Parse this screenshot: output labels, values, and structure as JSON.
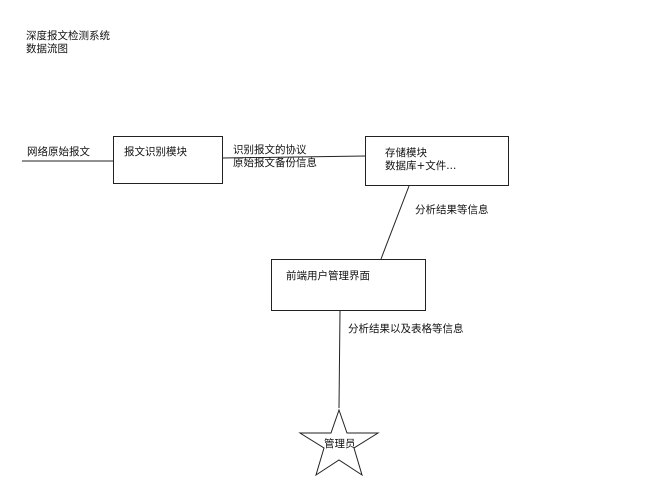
{
  "title": {
    "line1": "深度报文检测系统",
    "line2": "数据流图"
  },
  "input_label": "网络原始报文",
  "nodes": {
    "recognition": {
      "label": "报文识别模块"
    },
    "storage": {
      "label_line1": "存储模块",
      "label_line2": "数据库+文件..."
    },
    "frontend": {
      "label": "前端用户管理界面"
    },
    "admin": {
      "label": "管理员"
    }
  },
  "flows": {
    "recognition_to_storage": {
      "line1": "识别报文的协议",
      "line2": "原始报文备份信息"
    },
    "storage_to_frontend": "分析结果等信息",
    "frontend_to_admin": "分析结果以及表格等信息"
  },
  "colors": {
    "stroke": "#222222",
    "text": "#111111",
    "background": "#ffffff"
  }
}
